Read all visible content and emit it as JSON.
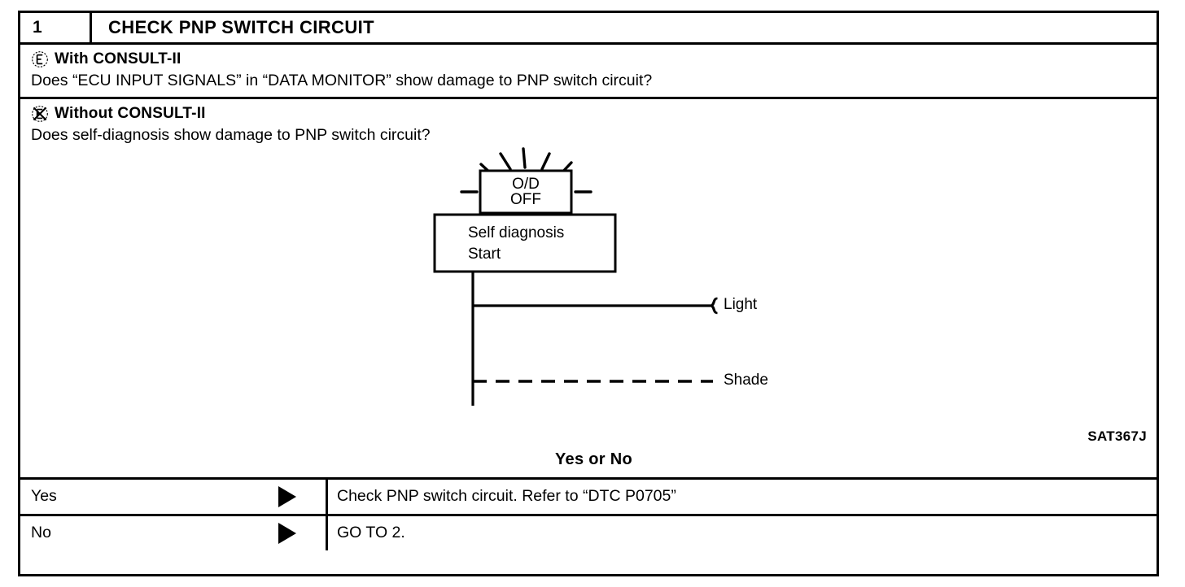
{
  "step": {
    "number": "1",
    "title": "CHECK PNP SWITCH CIRCUIT"
  },
  "conditions": [
    {
      "icon": "consult-with-icon",
      "heading": "With CONSULT-II",
      "question": "Does “ECU INPUT SIGNALS” in “DATA MONITOR” show damage to PNP switch circuit?"
    },
    {
      "icon": "consult-without-icon",
      "heading": "Without CONSULT-II",
      "question": "Does self-diagnosis show damage to PNP switch circuit?"
    }
  ],
  "illustration": {
    "indicator_line1": "O/D",
    "indicator_line2": "OFF",
    "flow_box_line1": "Self  diagnosis",
    "flow_box_line2": "Start",
    "light_label": "Light",
    "shade_label": "Shade",
    "figure_code": "SAT367J"
  },
  "yes_or_no_label": "Yes or No",
  "results": [
    {
      "answer": "Yes",
      "arrow": "right-triangle-icon",
      "action": "Check PNP switch circuit. Refer to “DTC P0705”"
    },
    {
      "answer": "No",
      "arrow": "right-triangle-icon",
      "action": "GO TO 2."
    }
  ],
  "colors": {
    "ink": "#000000",
    "paper": "#ffffff"
  }
}
